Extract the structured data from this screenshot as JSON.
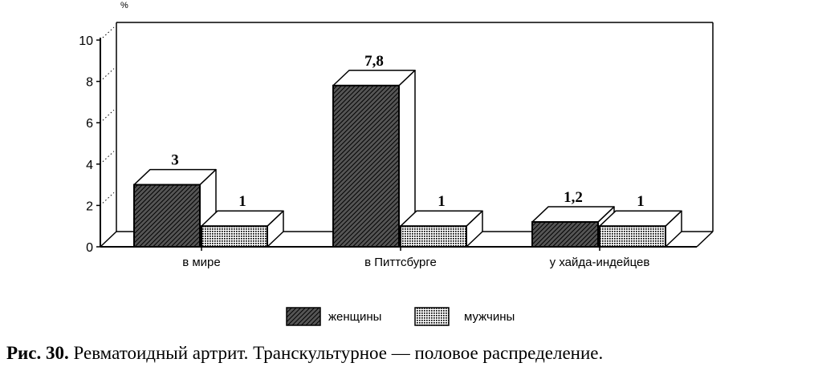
{
  "caption": {
    "label": "Рис. 30.",
    "text": "Ревматоидный артрит. Транскультурное — половое распределение."
  },
  "chart_data": {
    "type": "bar",
    "ylabel": "%",
    "ylim": [
      0,
      10
    ],
    "yticks": [
      "0",
      "2",
      "4",
      "6",
      "8",
      "10"
    ],
    "categories": [
      "в мире",
      "в Питтсбурге",
      "у хайда-индейцев"
    ],
    "series": [
      {
        "name": "женщины",
        "values": [
          3,
          7.8,
          1.2
        ],
        "data_labels": [
          "3",
          "7,8",
          "1,2"
        ],
        "pattern": "diagonal-hatch"
      },
      {
        "name": "мужчины",
        "values": [
          1,
          1,
          1
        ],
        "data_labels": [
          "1",
          "1",
          "1"
        ],
        "pattern": "dots"
      }
    ],
    "grid": false,
    "legend_position": "bottom",
    "style": "3d"
  }
}
